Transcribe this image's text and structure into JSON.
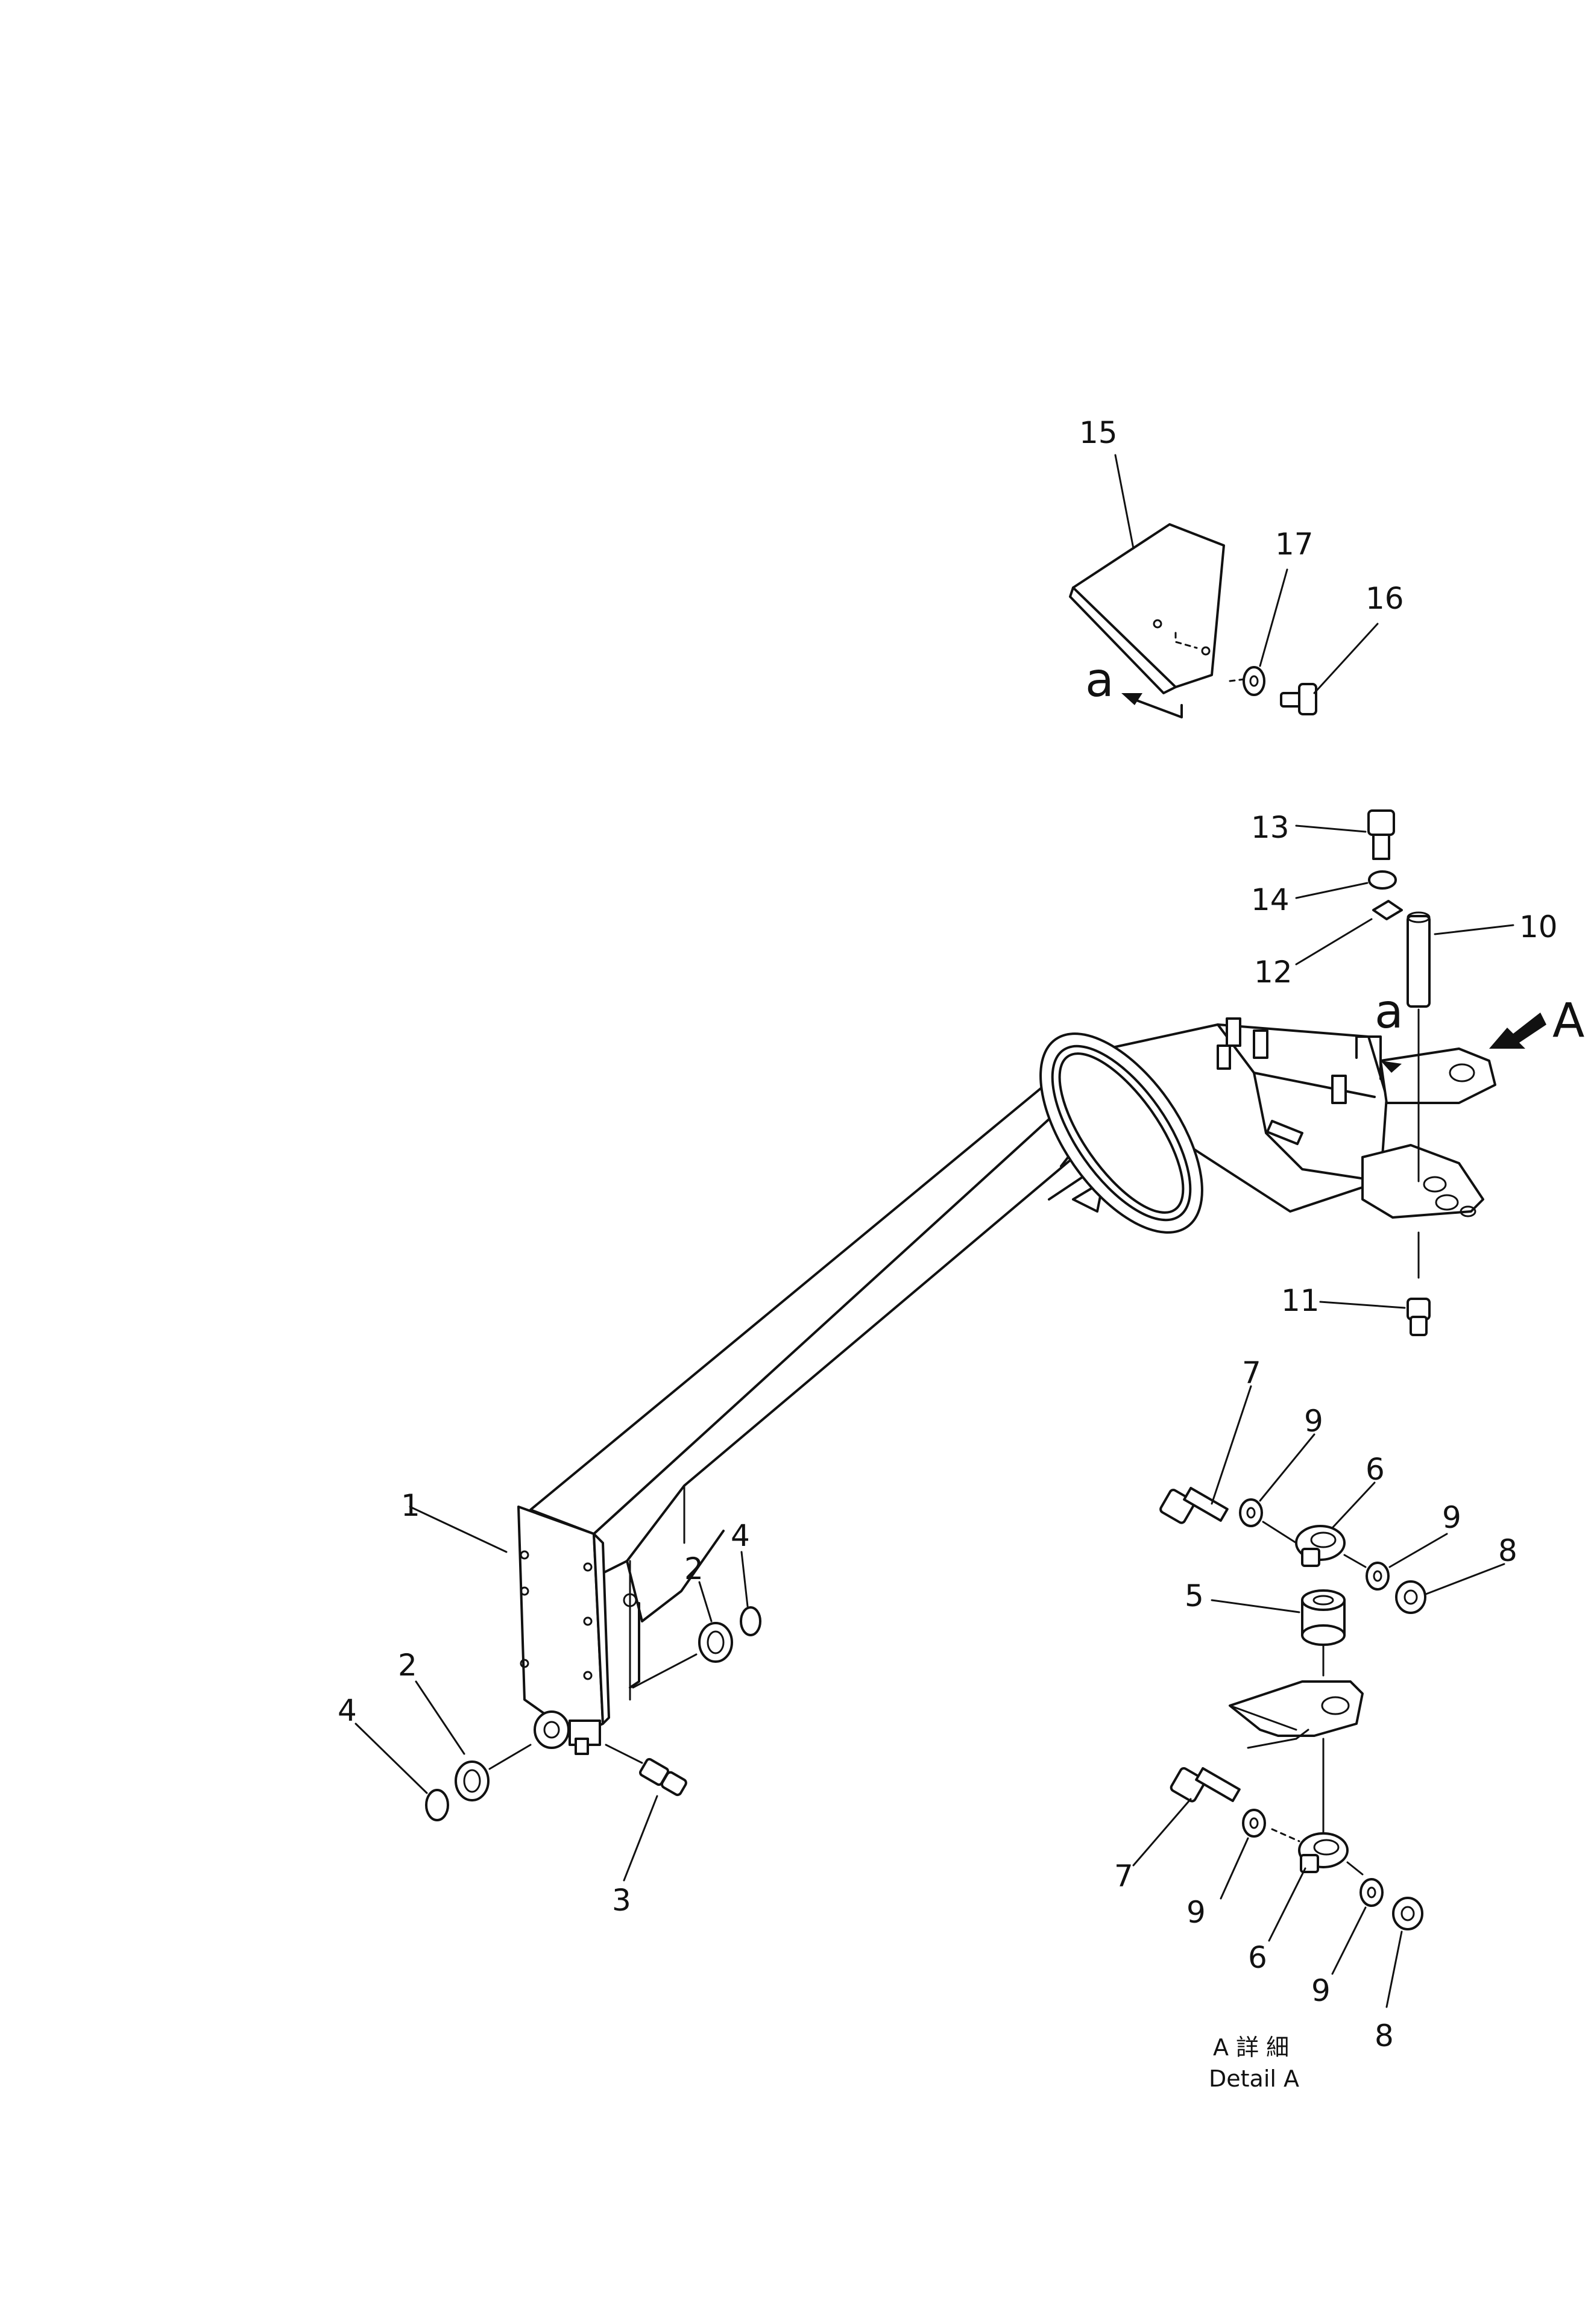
{
  "callouts": {
    "c1": "1",
    "c2a": "2",
    "c2b": "2",
    "c3": "3",
    "c4a": "4",
    "c4b": "4",
    "c5": "5",
    "c6a": "6",
    "c6b": "6",
    "c7a": "7",
    "c7b": "7",
    "c8a": "8",
    "c8b": "8",
    "c9a": "9",
    "c9b": "9",
    "c9c": "9",
    "c9d": "9",
    "c10": "10",
    "c11": "11",
    "c12": "12",
    "c13": "13",
    "c14": "14",
    "c15": "15",
    "c16": "16",
    "c17": "17"
  },
  "view_markers": {
    "arrow_a_upper": "a",
    "arrow_a_lower": "a",
    "view_A": "A"
  },
  "detail_label": {
    "japanese": "A 詳 細",
    "english": "Detail A"
  }
}
